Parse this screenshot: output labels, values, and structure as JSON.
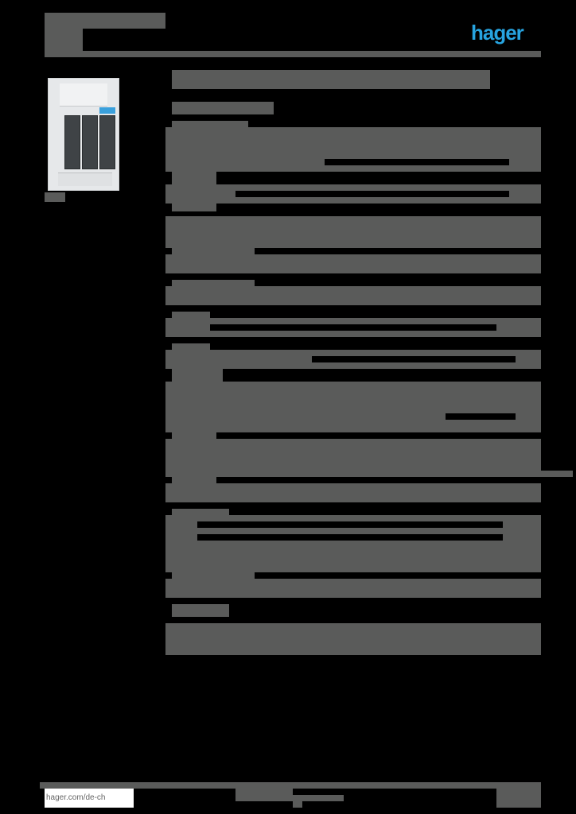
{
  "header": {
    "brand_logo": "hager",
    "brand_color": "#27a4e0",
    "title_redacted": true
  },
  "product": {
    "image_alt": "fuse switch disconnector (3-pole)",
    "caption_redacted": true,
    "accent_tag_color": "#3aa0dc"
  },
  "main": {
    "title_redacted": true,
    "subtitle_redacted": true,
    "sections_redacted": true
  },
  "footer": {
    "url": "hager.com/de-ch",
    "center_text_redacted": true,
    "right_text_redacted": true
  },
  "colors": {
    "background": "#000000",
    "redaction_block": "#5a5b5a"
  }
}
